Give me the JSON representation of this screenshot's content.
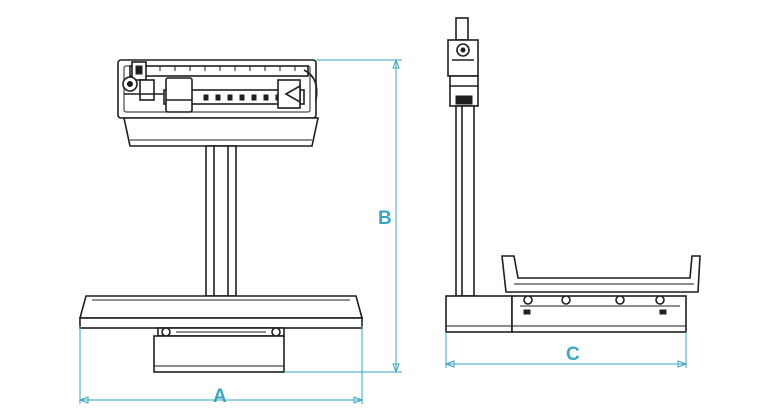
{
  "colors": {
    "line": "#1f1f1f",
    "dimension": "#3aa6c2",
    "background": "#ffffff"
  },
  "dimensions": {
    "a_label": "A",
    "b_label": "B",
    "c_label": "C"
  }
}
